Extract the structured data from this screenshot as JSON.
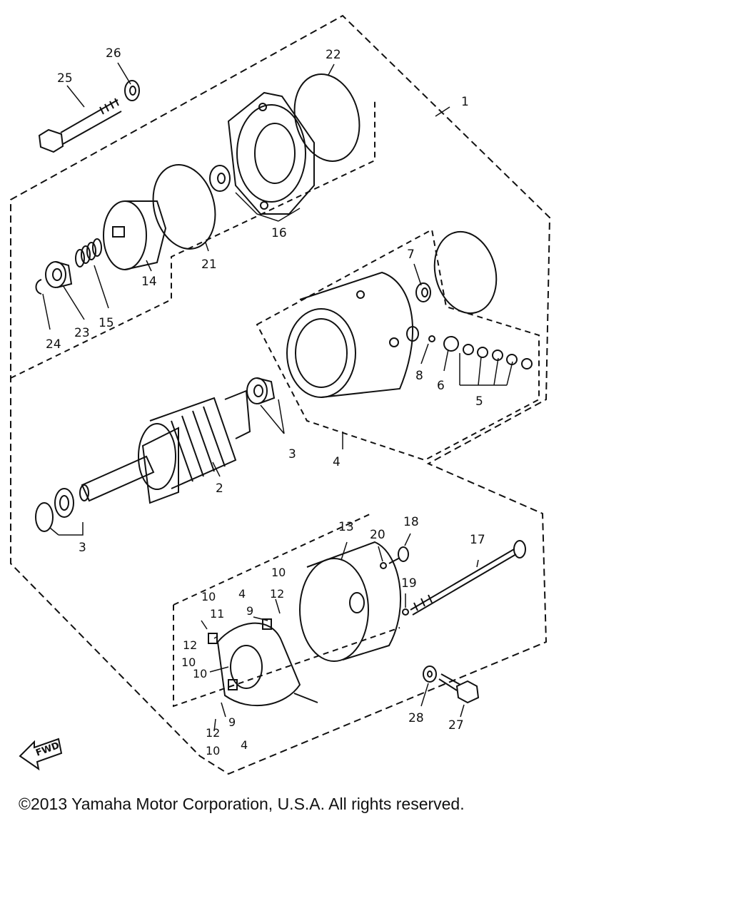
{
  "copyright": "©2013 Yamaha Motor Corporation, U.S.A. All rights reserved.",
  "fwd_label": "FWD",
  "callouts": {
    "c1": "1",
    "c2": "2",
    "c3a": "3",
    "c3b": "3",
    "c4": "4",
    "c5": "5",
    "c6": "6",
    "c7": "7",
    "c8": "8",
    "c13": "13",
    "c14": "14",
    "c15": "15",
    "c16": "16",
    "c17": "17",
    "c18": "18",
    "c19": "19",
    "c20": "20",
    "c21": "21",
    "c22": "22",
    "c23": "23",
    "c24": "24",
    "c25": "25",
    "c26": "26",
    "c27": "27",
    "c28": "28"
  },
  "brush_labels": {
    "b_4a": "4",
    "b_9a": "9",
    "b_10a": "10",
    "b_12a": "12",
    "b_10b": "10",
    "b_11": "11",
    "b_12b": "12",
    "b_10c": "10",
    "b_10d": "10",
    "b_9b": "9",
    "b_4b": "4",
    "b_12c": "12",
    "b_10e": "10"
  }
}
